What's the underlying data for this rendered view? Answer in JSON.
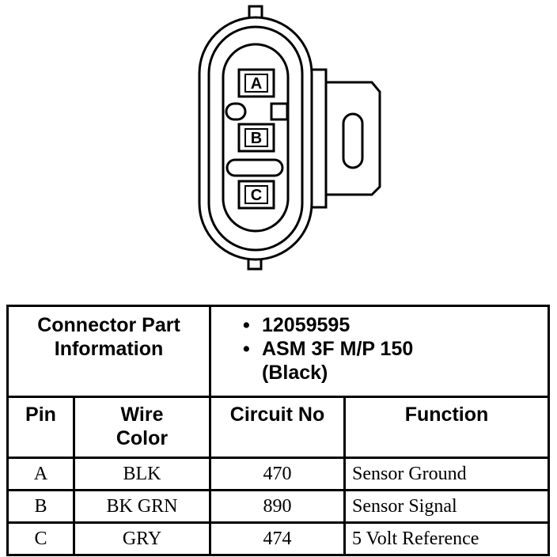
{
  "connector": {
    "pins": [
      {
        "label": "A"
      },
      {
        "label": "B"
      },
      {
        "label": "C"
      }
    ]
  },
  "part_info": {
    "label_line1": "Connector Part",
    "label_line2": "Information",
    "bullet": "•",
    "part_number": "12059595",
    "asm_line1": "ASM 3F M/P 150",
    "asm_line2": "(Black)"
  },
  "columns": {
    "pin": "Pin",
    "wire_line1": "Wire",
    "wire_line2": "Color",
    "circuit": "Circuit No",
    "function": "Function"
  },
  "rows": [
    {
      "pin": "A",
      "wire": "BLK",
      "circuit": "470",
      "function": "Sensor Ground"
    },
    {
      "pin": "B",
      "wire": "BK GRN",
      "circuit": "890",
      "function": "Sensor Signal"
    },
    {
      "pin": "C",
      "wire": "GRY",
      "circuit": "474",
      "function": "5 Volt Reference"
    }
  ]
}
